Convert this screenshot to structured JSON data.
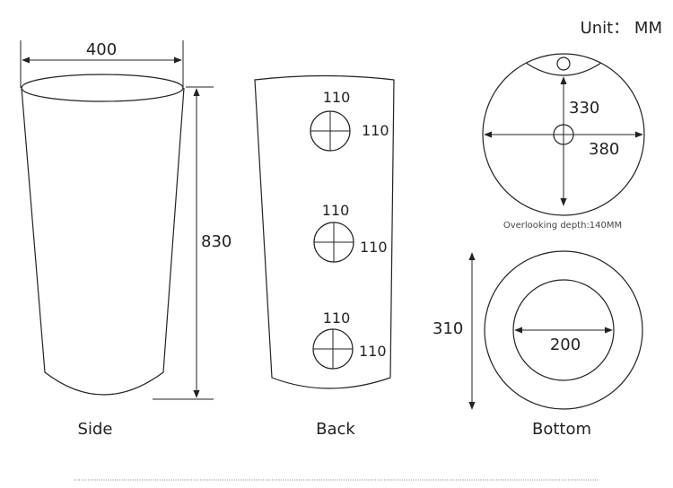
{
  "unit_label": "Unit： MM",
  "side": {
    "label": "Side",
    "width_label": "400",
    "height_label": "830"
  },
  "back": {
    "label": "Back",
    "holes": [
      {
        "top_label": "110",
        "side_label": "110"
      },
      {
        "top_label": "110",
        "side_label": "110"
      },
      {
        "top_label": "110",
        "side_label": "110"
      }
    ]
  },
  "top": {
    "depth_label": "330",
    "diameter_label": "380",
    "note": "Overlooking depth:140MM"
  },
  "bottom": {
    "label": "Bottom",
    "height_label": "310",
    "inner_label": "200"
  }
}
